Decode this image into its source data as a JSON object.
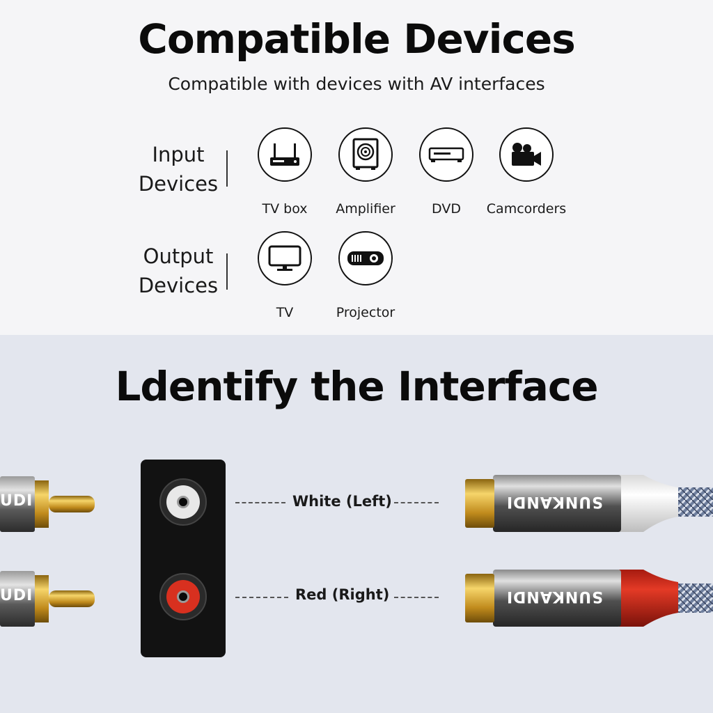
{
  "compatible": {
    "title": "Compatible Devices",
    "subtitle": "Compatible with devices with AV interfaces",
    "input": {
      "label_line1": "Input",
      "label_line2": "Devices",
      "devices": [
        {
          "name": "TV box",
          "icon": "tv-box-icon"
        },
        {
          "name": "Amplifier",
          "icon": "amplifier-icon"
        },
        {
          "name": "DVD",
          "icon": "dvd-player-icon"
        },
        {
          "name": "Camcorders",
          "icon": "camcorder-icon"
        }
      ]
    },
    "output": {
      "label_line1": "Output",
      "label_line2": "Devices",
      "devices": [
        {
          "name": "TV",
          "icon": "tv-icon"
        },
        {
          "name": "Projector",
          "icon": "projector-icon"
        }
      ]
    }
  },
  "interface": {
    "title": "Ldentify the Interface",
    "white_label": "White (Left)",
    "red_label": "Red (Right)",
    "brand": "SUNKANDI",
    "brand_partial": "UDI",
    "colors": {
      "white_jack": "#e8e8e8",
      "red_jack": "#d8301f",
      "gold": "#d9a72a"
    }
  }
}
